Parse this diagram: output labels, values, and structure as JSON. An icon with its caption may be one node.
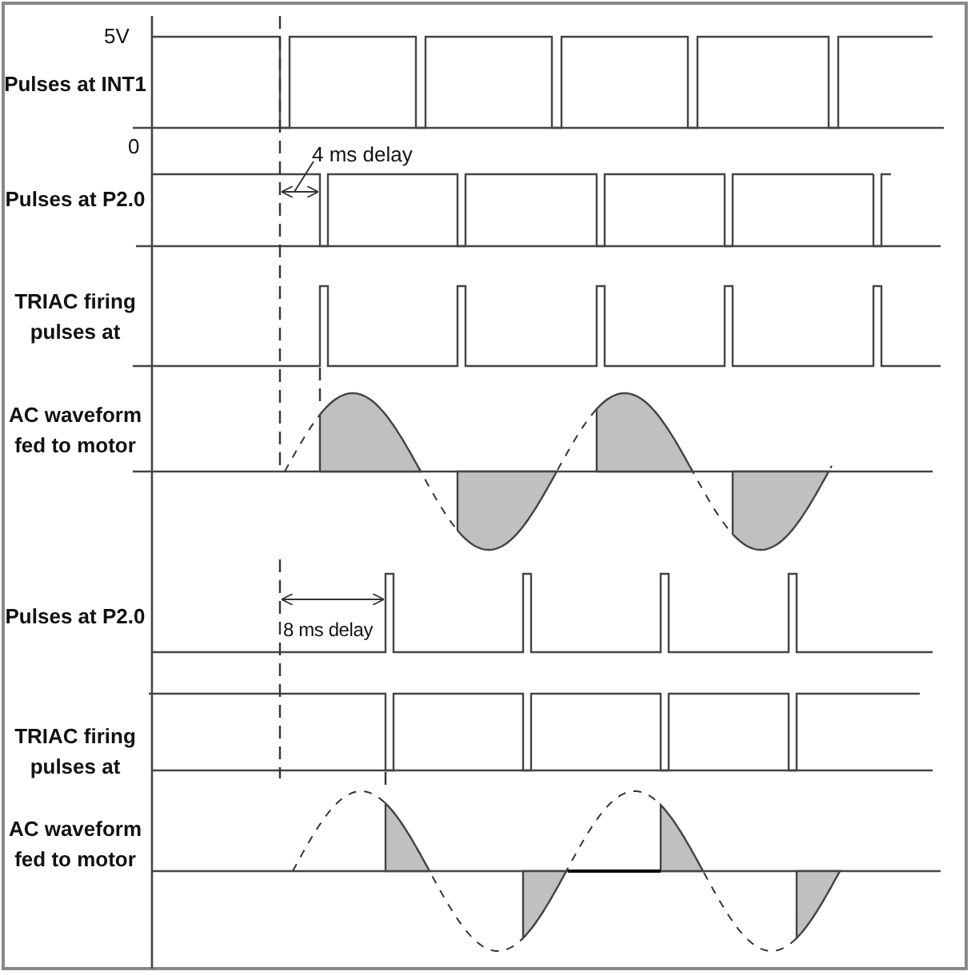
{
  "diagram": {
    "labels": [
      "5V",
      "Pulses at INT1",
      "0",
      "4 ms delay",
      "Pulses at P2.0",
      "TRIAC firing pulses at",
      "AC waveform fed to motor",
      "8 ms delay",
      "Pulses at P2.0",
      "TRIAC firing pulses at",
      "AC waveform fed to motor"
    ]
  }
}
